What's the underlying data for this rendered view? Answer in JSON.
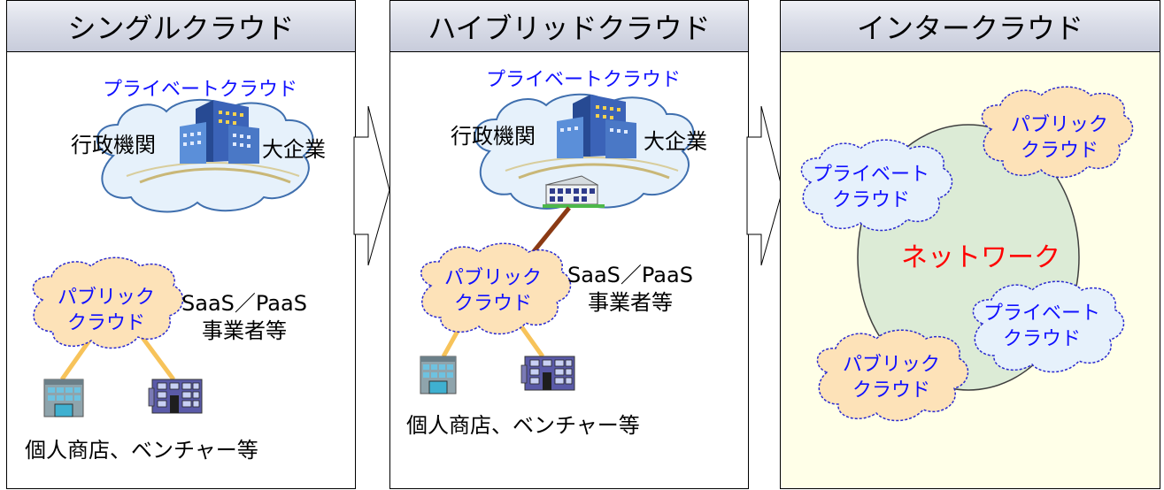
{
  "panels": {
    "single": {
      "title": "シングルクラウド",
      "private_cloud": "プライベートクラウド",
      "gov": "行政機関",
      "enterprise": "大企業",
      "public_cloud_line1": "パブリック",
      "public_cloud_line2": "クラウド",
      "provider_line1": "SaaS／PaaS",
      "provider_line2": "事業者等",
      "small_biz": "個人商店、ベンチャー等"
    },
    "hybrid": {
      "title": "ハイブリッドクラウド",
      "private_cloud": "プライベートクラウド",
      "gov": "行政機関",
      "enterprise": "大企業",
      "public_cloud_line1": "パブリック",
      "public_cloud_line2": "クラウド",
      "provider_line1": "SaaS／PaaS",
      "provider_line2": "事業者等",
      "small_biz": "個人商店、ベンチャー等"
    },
    "inter": {
      "title": "インタークラウド",
      "network": "ネットワーク",
      "clouds": [
        {
          "line1": "パブリック",
          "line2": "クラウド"
        },
        {
          "line1": "プライベート",
          "line2": "クラウド"
        },
        {
          "line1": "プライベート",
          "line2": "クラウド"
        },
        {
          "line1": "パブリック",
          "line2": "クラウド"
        }
      ]
    }
  },
  "colors": {
    "label_blue": "#1010ff",
    "network_red": "#ff0000",
    "public_cloud_fill": "#fde2b8",
    "private_cloud_fill": "#e6f1fb",
    "inter_bg": "#ffffe8",
    "network_oval": "#dcebd6",
    "connector_orange": "#f7c35a",
    "connector_brown": "#8b3a14"
  }
}
